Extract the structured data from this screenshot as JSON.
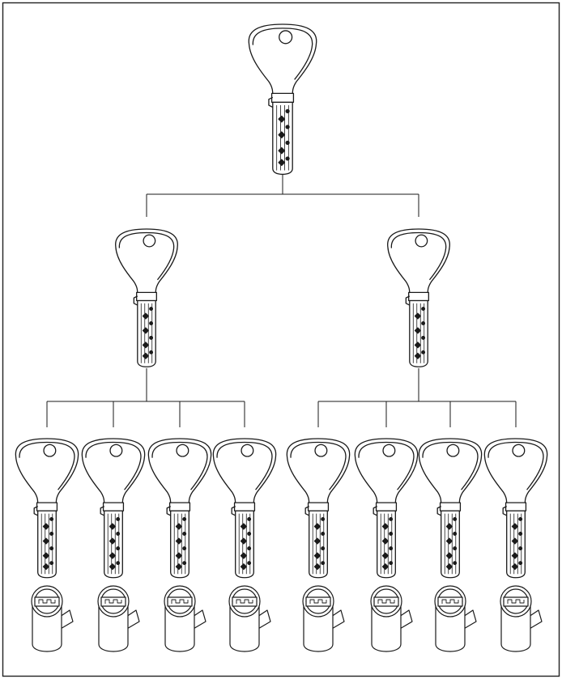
{
  "diagram": {
    "type": "master-key-hierarchy",
    "levels": [
      {
        "role": "grand-master-key",
        "count": 1
      },
      {
        "role": "master-key",
        "count": 2
      },
      {
        "role": "change-key",
        "count": 8
      }
    ],
    "cylinders": {
      "count": 8,
      "one_per_change_key": true
    },
    "colors": {
      "line": "#1a1a1a",
      "fill": "#ffffff",
      "frame": "#222222"
    }
  }
}
